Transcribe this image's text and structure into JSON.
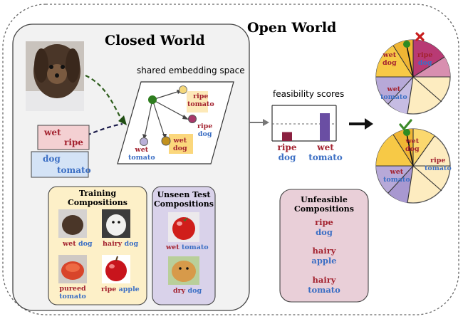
{
  "open_world": {
    "title": "Open World"
  },
  "closed_world": {
    "title": "Closed World",
    "embedding_label": "shared embedding space",
    "prim_attr_1": "wet",
    "prim_obj_1": "ripe",
    "prim_attr_2": "dog",
    "prim_obj_2": "tomato",
    "nodes": [
      {
        "attr": "ripe",
        "obj": "tomato"
      },
      {
        "attr": "ripe",
        "obj": "dog"
      },
      {
        "attr": "wet",
        "obj": "dog"
      },
      {
        "attr": "wet",
        "obj": "tomato"
      }
    ]
  },
  "training": {
    "title_line1": "Training",
    "title_line2": "Compositions",
    "items": [
      {
        "attr": "wet",
        "obj": "dog"
      },
      {
        "attr": "hairy",
        "obj": "dog"
      },
      {
        "attr": "pureed",
        "obj": "tomato"
      },
      {
        "attr": "ripe",
        "obj": "apple"
      }
    ]
  },
  "unseen": {
    "title_line1": "Unseen Test",
    "title_line2": "Compositions",
    "items": [
      {
        "attr": "wet",
        "obj": "tomato"
      },
      {
        "attr": "dry",
        "obj": "dog"
      }
    ]
  },
  "feasibility": {
    "label": "feasibility scores",
    "bars": [
      {
        "attr": "ripe",
        "obj": "dog",
        "value": 0.25
      },
      {
        "attr": "wet",
        "obj": "tomato",
        "value": 0.78
      }
    ]
  },
  "unfeasible": {
    "title_line1": "Unfeasible",
    "title_line2": "Compositions",
    "items": [
      {
        "attr": "ripe",
        "obj": "dog"
      },
      {
        "attr": "hairy",
        "obj": "apple"
      },
      {
        "attr": "hairy",
        "obj": "tomato"
      }
    ]
  },
  "wheel_top": {
    "labels": [
      {
        "attr": "wet",
        "obj": "dog"
      },
      {
        "attr": "ripe",
        "obj": "dog"
      },
      {
        "attr": "wet",
        "obj": "tomato"
      }
    ]
  },
  "wheel_bottom": {
    "labels": [
      {
        "attr": "wet",
        "obj": "dog"
      },
      {
        "attr": "ripe",
        "obj": "tomato"
      },
      {
        "attr": "wet",
        "obj": "tomato"
      }
    ]
  },
  "colors": {
    "attr_red": "#a3222f",
    "obj_blue": "#3c6fc4",
    "bar": "#8b2040",
    "bar2": "#6a4ea3"
  }
}
